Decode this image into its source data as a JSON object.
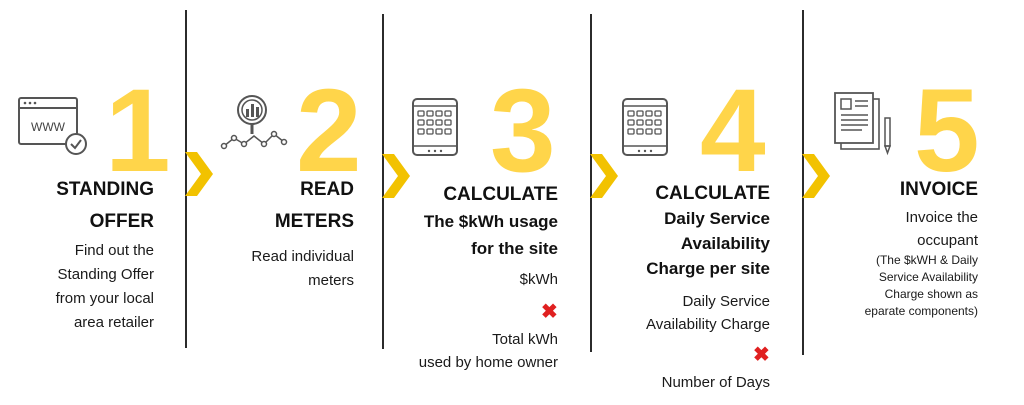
{
  "colors": {
    "accent_yellow": "#ffd54a",
    "chevron_yellow": "#f2c200",
    "divider": "#2b2b2b",
    "times_red": "#e02020"
  },
  "steps": [
    {
      "number": "1",
      "icon": "web-browser-check-icon",
      "icon_text": "WWW",
      "title": [
        "STANDING",
        "OFFER"
      ],
      "desc": [
        "Find out the",
        "Standing Offer",
        "from your local",
        "area retailer"
      ]
    },
    {
      "number": "2",
      "icon": "magnifier-chart-icon",
      "title": [
        "READ",
        "METERS"
      ],
      "desc": [
        "Read individual",
        "meters"
      ]
    },
    {
      "number": "3",
      "icon": "calculator-tablet-icon",
      "title": [
        "CALCULATE",
        "The $kWh usage",
        "for the site"
      ],
      "desc_a": "$kWh",
      "times": "✖",
      "desc_b": [
        "Total kWh",
        "used by home owner"
      ]
    },
    {
      "number": "4",
      "icon": "calculator-tablet-icon",
      "title": [
        "CALCULATE",
        "Daily Service",
        "Availability",
        "Charge per site"
      ],
      "desc_a": [
        "Daily Service",
        "Availability Charge"
      ],
      "times": "✖",
      "desc_b": "Number of Days"
    },
    {
      "number": "5",
      "icon": "invoice-documents-icon",
      "title": [
        "INVOICE"
      ],
      "desc": [
        "Invoice the",
        "occupant"
      ],
      "note": [
        "(The $kWH & Daily",
        "Service Availability",
        "Charge shown as",
        "eparate components)"
      ]
    }
  ]
}
